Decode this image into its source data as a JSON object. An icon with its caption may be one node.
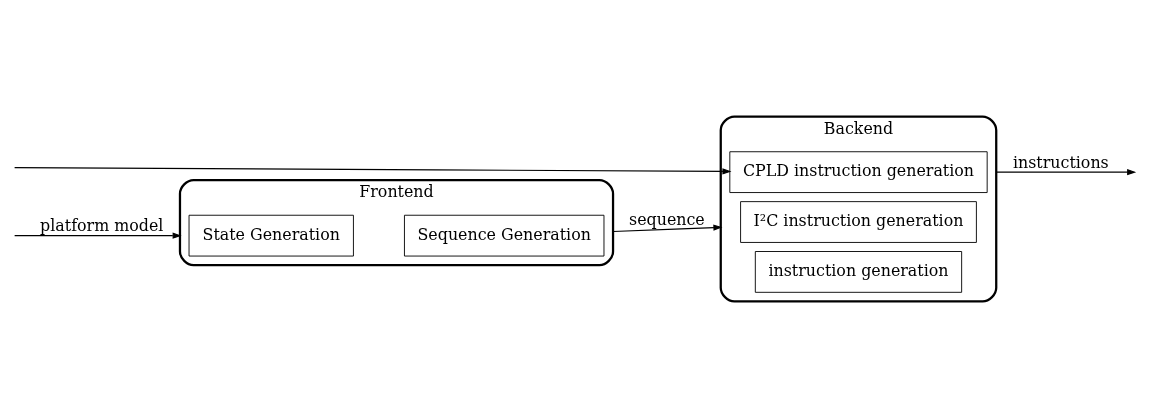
{
  "diagram": {
    "nodes": [
      {
        "text": [
          "Frontend"
        ]
      },
      {
        "text": [
          "State Generation"
        ],
        "in": 0
      },
      {
        "text": [
          "Sequence Generation"
        ],
        "in": 0
      },
      {
        "text": [
          "Backend"
        ]
      },
      {
        "text": [
          "instruction generation"
        ],
        "in": 3
      },
      {
        "text": [
          "I²C instruction generation"
        ],
        "in": 3
      },
      {
        "text": [
          "CPLD instruction generation"
        ],
        "in": 3
      }
    ],
    "edges": [
      {
        "from": null,
        "to": 0,
        "arrow": "to",
        "label": "platform model"
      },
      {
        "from": null,
        "to": 6,
        "arrow": "to"
      },
      {
        "from": 0,
        "to": 3,
        "arrow": "to",
        "label": "sequence"
      },
      {
        "from": 3,
        "to": null,
        "arrow": "to",
        "label": "instructions"
      }
    ]
  }
}
